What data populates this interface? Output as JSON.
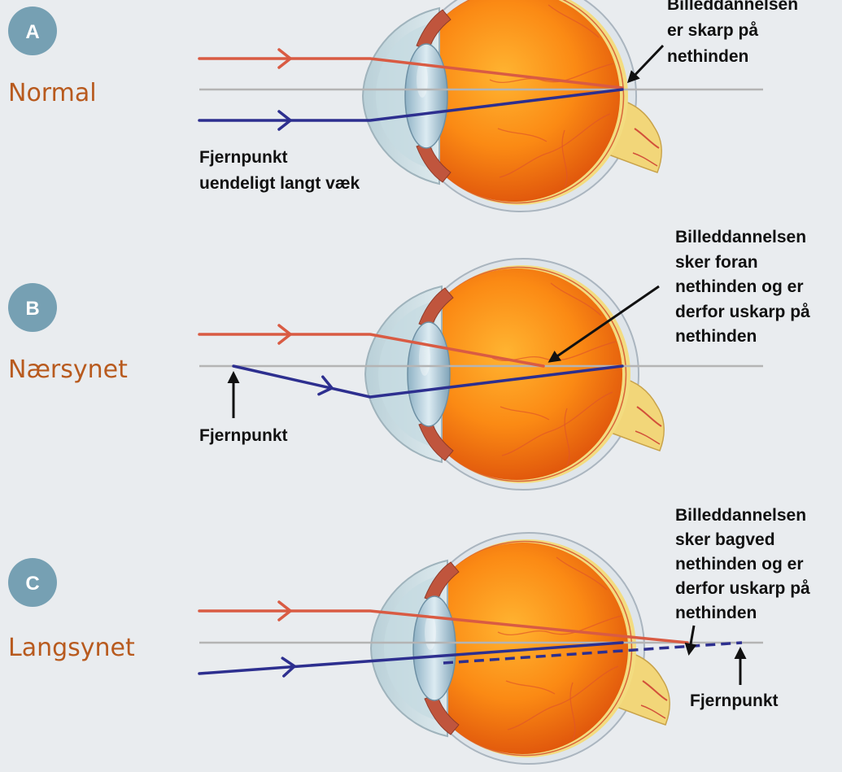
{
  "colors": {
    "background": "#e9ecef",
    "badge": "#76a0b3",
    "title": "#b85a1e",
    "ray_red": "#d95b43",
    "ray_blue": "#2d2f8f",
    "axis": "#b4b4b4",
    "annotation": "#111111"
  },
  "panels": [
    {
      "badge": "A",
      "title": "Normal",
      "far_point": [
        "Fjernpunkt",
        "uendeligt langt væk"
      ],
      "note": [
        "Billeddannelsen",
        "er skarp på",
        "nethinden"
      ]
    },
    {
      "badge": "B",
      "title": "Nærsynet",
      "far_point": [
        "Fjernpunkt"
      ],
      "note": [
        "Billeddannelsen",
        "sker foran",
        "nethinden og er",
        "derfor uskarp på",
        "nethinden"
      ]
    },
    {
      "badge": "C",
      "title": "Langsynet",
      "far_point": [
        "Fjernpunkt"
      ],
      "note": [
        "Billeddannelsen",
        "sker bagved",
        "nethinden og er",
        "derfor uskarp på",
        "nethinden"
      ]
    }
  ]
}
